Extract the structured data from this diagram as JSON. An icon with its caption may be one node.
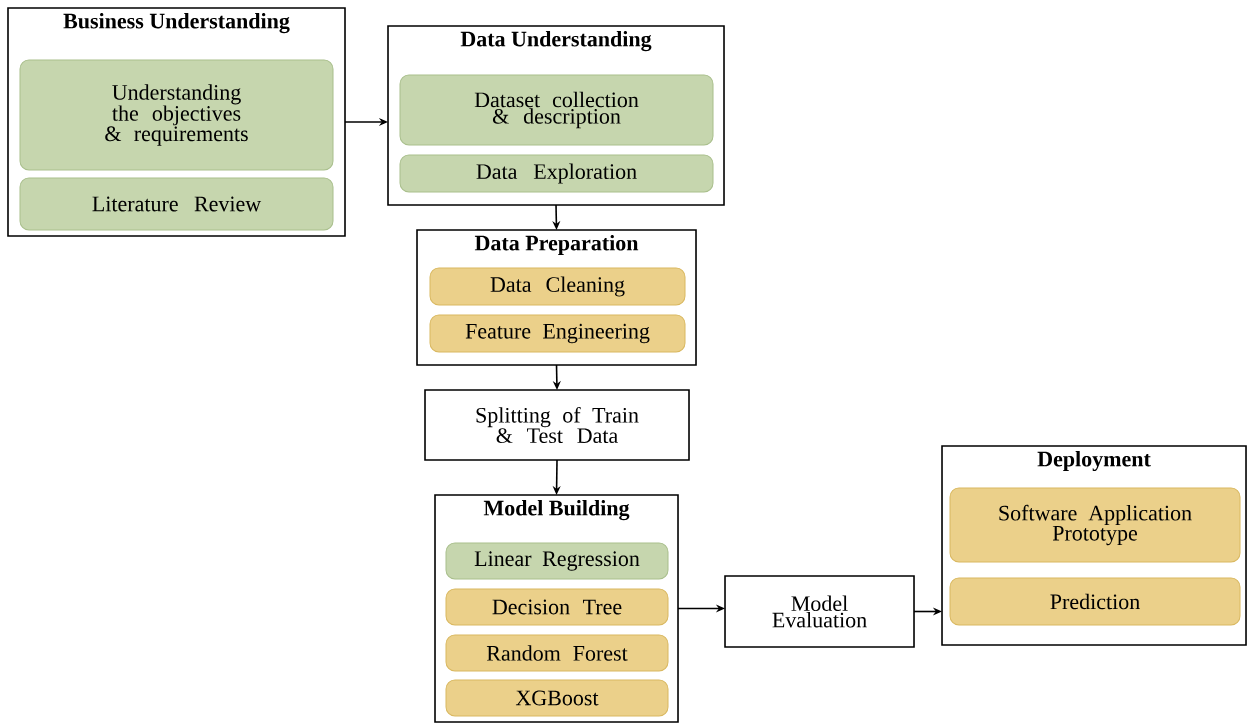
{
  "diagram": {
    "nodes": [
      {
        "text": [
          "Business Understanding"
        ]
      },
      {
        "text": [
          "Understanding the objectives & requirements"
        ],
        "in": 0
      },
      {
        "text": [
          "Literature Review"
        ],
        "in": 0
      },
      {
        "text": [
          "Data Understanding"
        ]
      },
      {
        "text": [
          "Dataset collection & description"
        ],
        "in": 3
      },
      {
        "text": [
          "Data Exploration"
        ],
        "in": 3
      },
      {
        "text": [
          "Data Preparation"
        ]
      },
      {
        "text": [
          "Data Cleaning"
        ],
        "in": 6
      },
      {
        "text": [
          "Feature Engineering"
        ],
        "in": 6
      },
      {
        "text": [
          "Splitting of Train & Test Data"
        ]
      },
      {
        "text": [
          "Model Building"
        ]
      },
      {
        "text": [
          "Linear Regression"
        ],
        "in": 10
      },
      {
        "text": [
          "Decision Tree"
        ],
        "in": 10
      },
      {
        "text": [
          "Random Forest"
        ],
        "in": 10
      },
      {
        "text": [
          "XGBoost"
        ],
        "in": 10
      },
      {
        "text": [
          "Model Evaluation"
        ]
      },
      {
        "text": [
          "Deployment"
        ]
      },
      {
        "text": [
          "Software Application Prototype"
        ],
        "in": 16
      },
      {
        "text": [
          "Prediction"
        ],
        "in": 16
      }
    ],
    "edges": [
      {
        "from": 0,
        "to": 3,
        "arrow": "to"
      },
      {
        "from": 3,
        "to": 6,
        "arrow": "to"
      },
      {
        "from": 6,
        "to": 9,
        "arrow": "to"
      },
      {
        "from": 9,
        "to": 10,
        "arrow": "to"
      },
      {
        "from": 10,
        "to": 15,
        "arrow": "to"
      },
      {
        "from": 15,
        "to": 16,
        "arrow": "to"
      }
    ]
  }
}
